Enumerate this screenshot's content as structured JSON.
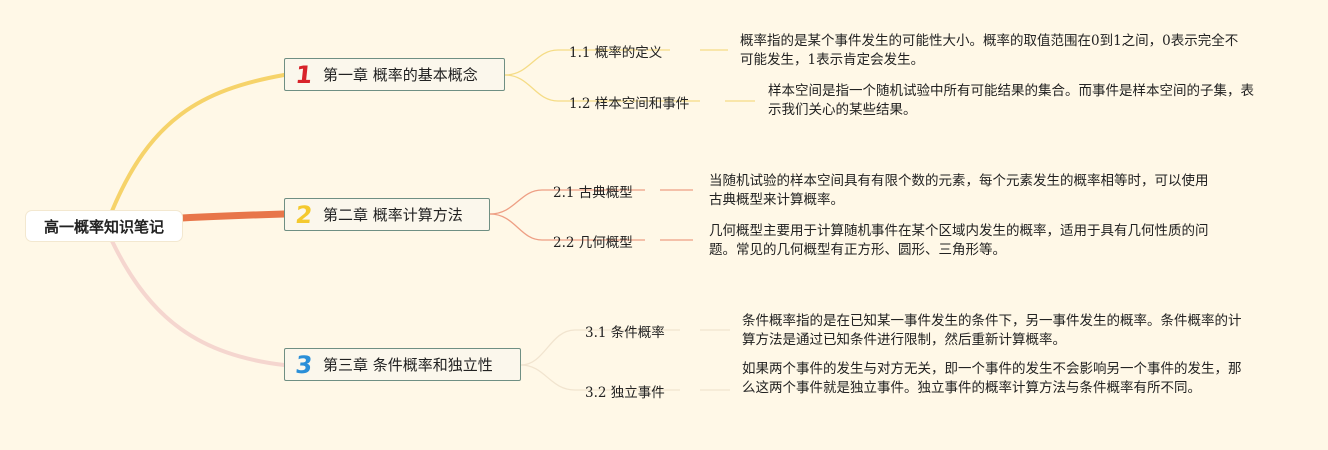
{
  "root": {
    "label": "高一概率知识笔记"
  },
  "colors": {
    "chapter1": "#f6d36a",
    "chapter2": "#e8764a",
    "chapter3": "#f5d6cf",
    "chapter1_sub": "#f5dc86",
    "chapter2_sub": "#ee9f84",
    "chapter3_sub": "#f1e4cf",
    "num1": "#d8232a",
    "num2": "#f4c92e",
    "num3": "#2a8fd8"
  },
  "chapters": [
    {
      "num": "1",
      "title": "第一章 概率的基本概念",
      "subs": [
        {
          "label": "1.1 概率的定义",
          "note": "概率指的是某个事件发生的可能性大小。概率的取值范围在0到1之间，0表示完全不可能发生，1表示肯定会发生。"
        },
        {
          "label": "1.2 样本空间和事件",
          "note": "样本空间是指一个随机试验中所有可能结果的集合。而事件是样本空间的子集，表示我们关心的某些结果。"
        }
      ]
    },
    {
      "num": "2",
      "title": "第二章 概率计算方法",
      "subs": [
        {
          "label": "2.1 古典概型",
          "note": "当随机试验的样本空间具有有限个数的元素，每个元素发生的概率相等时，可以使用古典概型来计算概率。"
        },
        {
          "label": "2.2 几何概型",
          "note": "几何概型主要用于计算随机事件在某个区域内发生的概率，适用于具有几何性质的问题。常见的几何概型有正方形、圆形、三角形等。"
        }
      ]
    },
    {
      "num": "3",
      "title": "第三章 条件概率和独立性",
      "subs": [
        {
          "label": "3.1 条件概率",
          "note": "条件概率指的是在已知某一事件发生的条件下，另一事件发生的概率。条件概率的计算方法是通过已知条件进行限制，然后重新计算概率。"
        },
        {
          "label": "3.2 独立事件",
          "note": "如果两个事件的发生与对方无关，即一个事件的发生不会影响另一个事件的发生，那么这两个事件就是独立事件。独立事件的概率计算方法与条件概率有所不同。"
        }
      ]
    }
  ]
}
